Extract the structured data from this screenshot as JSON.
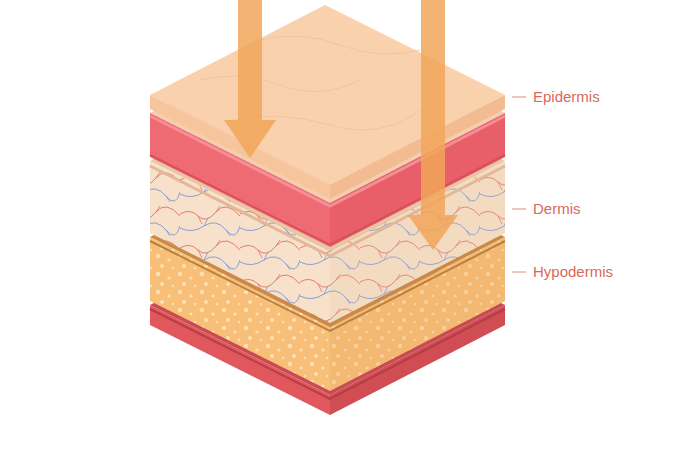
{
  "diagram": {
    "labels": [
      "Epidermis",
      "Dermis",
      "Hypodermis"
    ]
  }
}
